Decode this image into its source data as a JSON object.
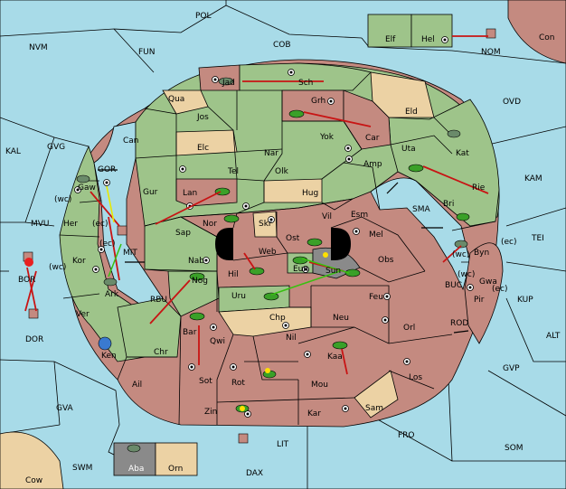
{
  "board": {
    "ocean_labels": [
      {
        "id": "POL",
        "text": "POL"
      },
      {
        "id": "NVM",
        "text": "NVM"
      },
      {
        "id": "FUN",
        "text": "FUN"
      },
      {
        "id": "COB",
        "text": "COB"
      },
      {
        "id": "OVD",
        "text": "OVD"
      },
      {
        "id": "KAL",
        "text": "KAL"
      },
      {
        "id": "GVG",
        "text": "GVG"
      },
      {
        "id": "KAM",
        "text": "KAM"
      },
      {
        "id": "MVU",
        "text": "MVU"
      },
      {
        "id": "TEI",
        "text": "TEI"
      },
      {
        "id": "GOR",
        "text": "GOR"
      },
      {
        "id": "MIT",
        "text": "MIT"
      },
      {
        "id": "RBU",
        "text": "RBU"
      },
      {
        "id": "SMA",
        "text": "SMA"
      },
      {
        "id": "BUC",
        "text": "BUC"
      },
      {
        "id": "KUP",
        "text": "KUP"
      },
      {
        "id": "ROD",
        "text": "ROD"
      },
      {
        "id": "ALT",
        "text": "ALT"
      },
      {
        "id": "GVP",
        "text": "GVP"
      },
      {
        "id": "GVA",
        "text": "GVA"
      },
      {
        "id": "FRO",
        "text": "FRO"
      },
      {
        "id": "SOM",
        "text": "SOM"
      },
      {
        "id": "LIT",
        "text": "LIT"
      },
      {
        "id": "SWM",
        "text": "SWM"
      },
      {
        "id": "DAX",
        "text": "DAX"
      },
      {
        "id": "BOR",
        "text": "BOR"
      },
      {
        "id": "DOR",
        "text": "DOR"
      },
      {
        "id": "NOM",
        "text": "NOM"
      }
    ],
    "land_labels": [
      {
        "id": "Elf",
        "text": "Elf"
      },
      {
        "id": "Hel",
        "text": "Hel"
      },
      {
        "id": "Con",
        "text": "Con"
      },
      {
        "id": "Jad",
        "text": "Jad"
      },
      {
        "id": "Sch",
        "text": "Sch"
      },
      {
        "id": "Qua",
        "text": "Qua"
      },
      {
        "id": "Grh",
        "text": "Grh"
      },
      {
        "id": "Eld",
        "text": "Eld"
      },
      {
        "id": "Jos",
        "text": "Jos"
      },
      {
        "id": "Can",
        "text": "Can"
      },
      {
        "id": "Yok",
        "text": "Yok"
      },
      {
        "id": "Car",
        "text": "Car"
      },
      {
        "id": "Uta",
        "text": "Uta"
      },
      {
        "id": "Kat",
        "text": "Kat"
      },
      {
        "id": "Elc",
        "text": "Elc"
      },
      {
        "id": "Nar",
        "text": "Nar"
      },
      {
        "id": "Amp",
        "text": "Amp"
      },
      {
        "id": "Olk",
        "text": "Olk"
      },
      {
        "id": "Tel",
        "text": "Tel"
      },
      {
        "id": "Gur",
        "text": "Gur"
      },
      {
        "id": "Hug",
        "text": "Hug"
      },
      {
        "id": "Gaw",
        "text": "Gaw"
      },
      {
        "id": "Lan",
        "text": "Lan"
      },
      {
        "id": "Rie",
        "text": "Rie"
      },
      {
        "id": "Bri",
        "text": "Bri"
      },
      {
        "id": "Vil",
        "text": "Vil"
      },
      {
        "id": "Esm",
        "text": "Esm"
      },
      {
        "id": "Nor",
        "text": "Nor"
      },
      {
        "id": "Skr",
        "text": "Skr"
      },
      {
        "id": "Her",
        "text": "Her"
      },
      {
        "id": "Ost",
        "text": "Ost"
      },
      {
        "id": "Sap",
        "text": "Sap"
      },
      {
        "id": "Web",
        "text": "Web"
      },
      {
        "id": "Mel",
        "text": "Mel"
      },
      {
        "id": "Byn",
        "text": "Byn"
      },
      {
        "id": "Kor",
        "text": "Kor"
      },
      {
        "id": "Obs",
        "text": "Obs"
      },
      {
        "id": "Nab",
        "text": "Nab"
      },
      {
        "id": "Eun",
        "text": "Eun"
      },
      {
        "id": "Sun",
        "text": "Sun"
      },
      {
        "id": "Hil",
        "text": "Hil"
      },
      {
        "id": "Gwa",
        "text": "Gwa"
      },
      {
        "id": "Nog",
        "text": "Nog"
      },
      {
        "id": "Ark",
        "text": "Ark"
      },
      {
        "id": "Uru",
        "text": "Uru"
      },
      {
        "id": "Feu",
        "text": "Feu"
      },
      {
        "id": "Pir",
        "text": "Pir"
      },
      {
        "id": "Ver",
        "text": "Ver"
      },
      {
        "id": "Chp",
        "text": "Chp"
      },
      {
        "id": "Neu",
        "text": "Neu"
      },
      {
        "id": "Bar",
        "text": "Bar"
      },
      {
        "id": "Qwi",
        "text": "Qwi"
      },
      {
        "id": "Nil",
        "text": "Nil"
      },
      {
        "id": "Orl",
        "text": "Orl"
      },
      {
        "id": "Ken",
        "text": "Ken"
      },
      {
        "id": "Chr",
        "text": "Chr"
      },
      {
        "id": "Kaa",
        "text": "Kaa"
      },
      {
        "id": "Ail",
        "text": "Ail"
      },
      {
        "id": "Sot",
        "text": "Sot"
      },
      {
        "id": "Rot",
        "text": "Rot"
      },
      {
        "id": "Los",
        "text": "Los"
      },
      {
        "id": "Mou",
        "text": "Mou"
      },
      {
        "id": "Sam",
        "text": "Sam"
      },
      {
        "id": "Zin",
        "text": "Zin"
      },
      {
        "id": "Kar",
        "text": "Kar"
      },
      {
        "id": "Aba",
        "text": "Aba"
      },
      {
        "id": "Orn",
        "text": "Orn"
      },
      {
        "id": "Cow",
        "text": "Cow"
      }
    ],
    "coast_labels": [
      {
        "id": "wc-gaw",
        "text": "(wc)"
      },
      {
        "id": "ec-gaw",
        "text": "(ec)"
      },
      {
        "id": "ec-mit",
        "text": "(ec)"
      },
      {
        "id": "wc-kor",
        "text": "(wc)"
      },
      {
        "id": "ec-byn",
        "text": "(ec)"
      },
      {
        "id": "wc-byn",
        "text": "(wc)"
      },
      {
        "id": "wc-gwa",
        "text": "(wc)"
      },
      {
        "id": "ec-gwa",
        "text": "(ec)"
      }
    ],
    "colors": {
      "sea": "#a8dbe8",
      "green": "#9ec48a",
      "red": "#c48a80",
      "tan": "#ecd2a4",
      "gray": "#8a8a8a",
      "move_arrow": "#c81414",
      "support": "#38c010",
      "convoy": "#e8e800"
    }
  }
}
